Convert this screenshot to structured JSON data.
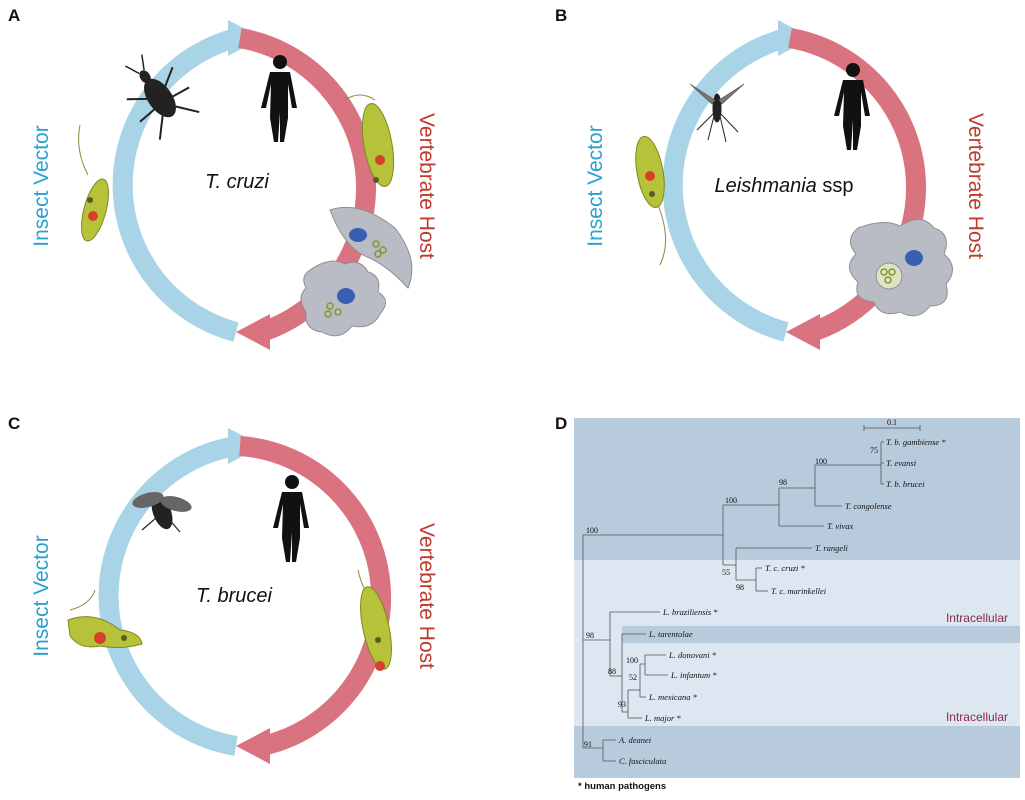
{
  "panels": {
    "a": {
      "letter": "A",
      "species": "T. cruzi",
      "vector_label": "Insect Vector",
      "host_label": "Vertebrate Host"
    },
    "b": {
      "letter": "B",
      "species_italic": "Leishmania",
      "species_suffix": " ssp",
      "vector_label": "Insect Vector",
      "host_label": "Vertebrate Host"
    },
    "c": {
      "letter": "C",
      "species": "T. brucei",
      "vector_label": "Insect Vector",
      "host_label": "Vertebrate Host"
    },
    "d": {
      "letter": "D",
      "scale_label": "0.1",
      "taxa": {
        "t_b_gambiense": "T. b. gambiense *",
        "t_evansi": "T. evansi",
        "t_b_brucei": "T. b. brucei",
        "t_congolense": "T. congolense",
        "t_vivax": "T. vivax",
        "t_rangeli": "T. rangeli",
        "t_c_cruzi": "T. c. cruzi *",
        "t_c_marinkellei": "T. c. marinkellei",
        "l_braziliensis": "L. braziliensis *",
        "l_tarentolae": "L. tarentolae",
        "l_donovani": "L. donovani *",
        "l_infantum": "L. infantum *",
        "l_mexicana": "L. mexicana *",
        "l_major": "L. major *",
        "a_deanei": "A. deanei",
        "c_fasciculata": "C. fasciculata"
      },
      "bootstrap": {
        "b75": "75",
        "b100_brucei": "100",
        "b98_congo": "98",
        "b100_vivax": "100",
        "b100_root": "100",
        "b55": "55",
        "b98_cruzi": "98",
        "b98_leish": "98",
        "b88": "88",
        "b100_don": "100",
        "b52": "52",
        "b93": "93",
        "b91": "91"
      },
      "intracellular_label_1": "Intracellular",
      "intracellular_label_2": "Intracellular",
      "footnote": "* human pathogens"
    }
  },
  "colors": {
    "vector_arrow": "#a9d3e6",
    "host_arrow": "#d9737f",
    "vector_text": "#2aa0cf",
    "host_text": "#c0392b",
    "dark_band": "#b8cbdc",
    "light_band": "#dce7f1"
  }
}
